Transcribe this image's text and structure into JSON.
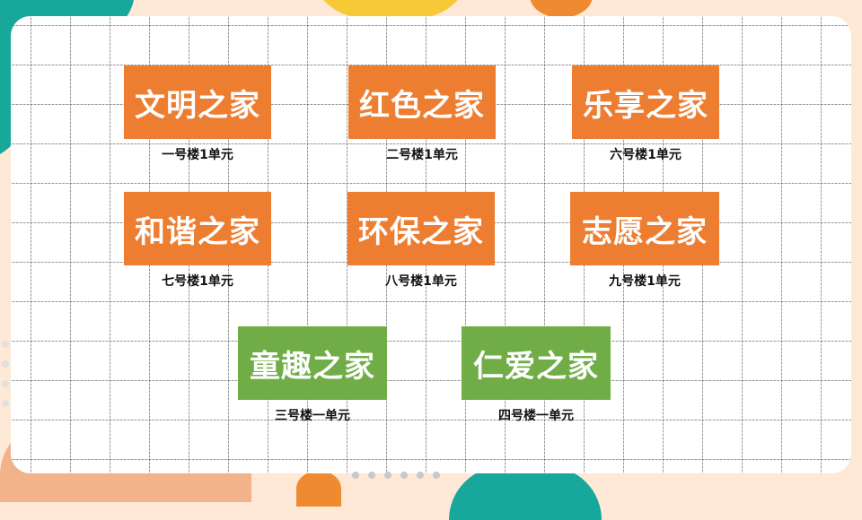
{
  "colors": {
    "orange": "#ed7d31",
    "green": "#70ad47",
    "teal": "#17a89b",
    "yellow": "#f7c936"
  },
  "cards": [
    {
      "title": "文明之家",
      "location": "一号楼1单元",
      "color": "orange"
    },
    {
      "title": "红色之家",
      "location": "二号楼1单元",
      "color": "orange"
    },
    {
      "title": "乐享之家",
      "location": "六号楼1单元",
      "color": "orange"
    },
    {
      "title": "和谐之家",
      "location": "七号楼1单元",
      "color": "orange"
    },
    {
      "title": "环保之家",
      "location": "八号楼1单元",
      "color": "orange"
    },
    {
      "title": "志愿之家",
      "location": "九号楼1单元",
      "color": "orange"
    },
    {
      "title": "童趣之家",
      "location": "三号楼一单元",
      "color": "green"
    },
    {
      "title": "仁爱之家",
      "location": "四号楼一单元",
      "color": "green"
    }
  ]
}
